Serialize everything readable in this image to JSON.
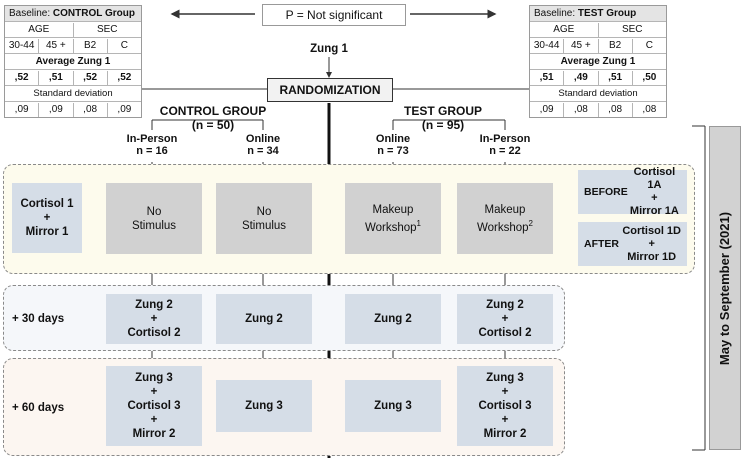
{
  "baseline_control": {
    "title_prefix": "Baseline: ",
    "title_group": "CONTROL Group",
    "age_label": "AGE",
    "sec_label": "SEC",
    "cols": [
      "30-44",
      "45 +",
      "B2",
      "C"
    ],
    "avg_label": "Average Zung 1",
    "avg_values": [
      ",52",
      ",51",
      ",52",
      ",52"
    ],
    "sd_label": "Standard deviation",
    "sd_values": [
      ",09",
      ",09",
      ",08",
      ",09"
    ]
  },
  "baseline_test": {
    "title_prefix": "Baseline: ",
    "title_group": "TEST Group",
    "age_label": "AGE",
    "sec_label": "SEC",
    "cols": [
      "30-44",
      "45 +",
      "B2",
      "C"
    ],
    "avg_label": "Average Zung 1",
    "avg_values": [
      ",51",
      ",49",
      ",51",
      ",50"
    ],
    "sd_label": "Standard deviation",
    "sd_values": [
      ",09",
      ",08",
      ",08",
      ",08"
    ]
  },
  "p_note": "P = Not significant",
  "zung1": "Zung 1",
  "randomization": "RANDOMIZATION",
  "control_group": {
    "name": "CONTROL GROUP",
    "n": "(n = 50)"
  },
  "test_group": {
    "name": "TEST GROUP",
    "n": "(n = 95)"
  },
  "arms": {
    "c_in_person": {
      "label": "In-Person",
      "n": "n = 16"
    },
    "c_online": {
      "label": "Online",
      "n": "n = 34"
    },
    "t_online": {
      "label": "Online",
      "n": "n = 73"
    },
    "t_in_person": {
      "label": "In-Person",
      "n": "n = 22"
    }
  },
  "cortisol1": {
    "line1": "Cortisol 1",
    "plus": "+",
    "line2": "Mirror 1"
  },
  "no_stimulus": {
    "line1": "No",
    "line2": "Stimulus"
  },
  "makeup1": {
    "line1": "Makeup",
    "line2": "Workshop",
    "sup": "1"
  },
  "makeup2": {
    "line1": "Makeup",
    "line2": "Workshop",
    "sup": "2"
  },
  "before_label": "BEFORE",
  "after_label": "AFTER",
  "cortisol1a": {
    "line1": "Cortisol 1A",
    "plus": "+",
    "line2": "Mirror 1A"
  },
  "cortisol1d": {
    "line1": "Cortisol 1D",
    "plus": "+",
    "line2": "Mirror 1D"
  },
  "days30": "+ 30 days",
  "days60": "+ 60 days",
  "zung2": "Zung 2",
  "zung2_cortisol": {
    "line1": "Zung 2",
    "plus": "+",
    "line2": "Cortisol 2"
  },
  "zung3": "Zung 3",
  "zung3_full": {
    "line1": "Zung 3",
    "plus1": "+",
    "line2": "Cortisol 3",
    "plus2": "+",
    "line3": "Mirror 2"
  },
  "period": "May to September (2021)"
}
